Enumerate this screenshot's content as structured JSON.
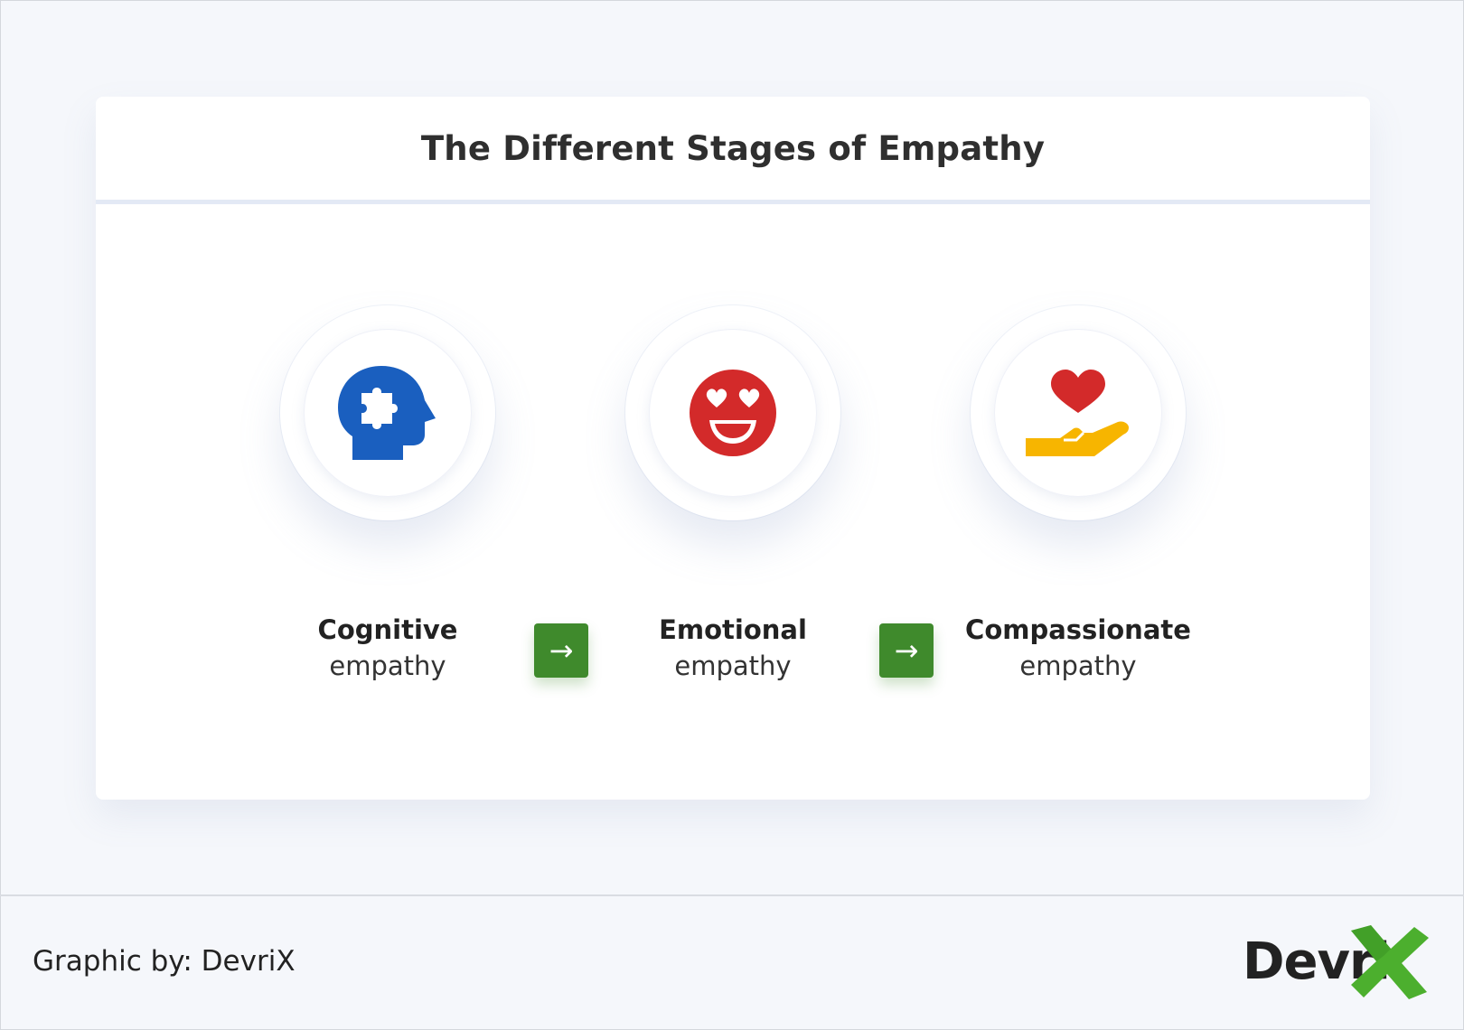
{
  "title": "The Different Stages of Empathy",
  "stages": [
    {
      "name": "Cognitive",
      "sub": "empathy",
      "icon": "head-puzzle-icon",
      "color": "#1a5fbf"
    },
    {
      "name": "Emotional",
      "sub": "empathy",
      "icon": "heart-eyes-face-icon",
      "color": "#d32a2a"
    },
    {
      "name": "Compassionate",
      "sub": "empathy",
      "icon": "hand-heart-icon",
      "color": "#f7b500"
    }
  ],
  "arrows": [
    "arrow-right-icon",
    "arrow-right-icon"
  ],
  "arrow_color": "#3f8a2c",
  "footer": {
    "credit": "Graphic by: DevriX",
    "logo_text": "Devri",
    "logo_accent_color": "#4caf2e"
  }
}
